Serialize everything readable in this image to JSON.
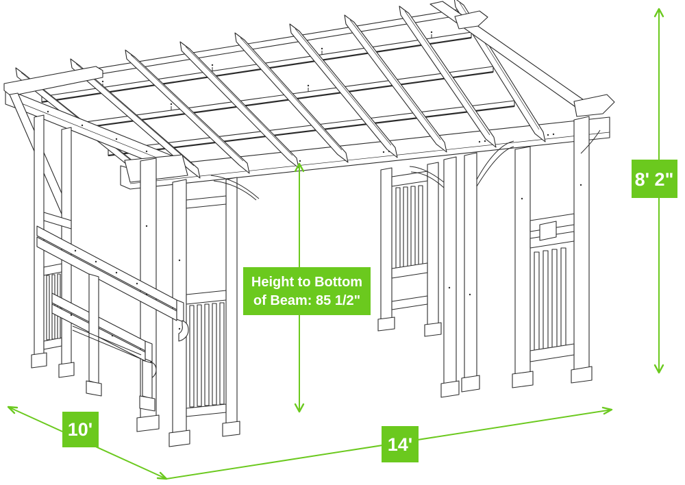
{
  "drawing": {
    "subject": "pergola-isometric-line-drawing",
    "parts": [
      "roof-rafters",
      "roof-stringers",
      "front-beam",
      "side-headers",
      "corner-posts",
      "slat-panels",
      "bar-counter",
      "arch-brackets"
    ]
  },
  "annotations": {
    "height_note_line1": "Height to Bottom",
    "height_note_line2": "of Beam: 85 1/2\"",
    "right_height": "8' 2\"",
    "depth": "10'",
    "width": "14'"
  },
  "colors": {
    "dimension_green": "#6BC91E",
    "label_text": "#FFFFFF",
    "line_art": "#2A2A2A",
    "background": "#FFFFFF"
  }
}
